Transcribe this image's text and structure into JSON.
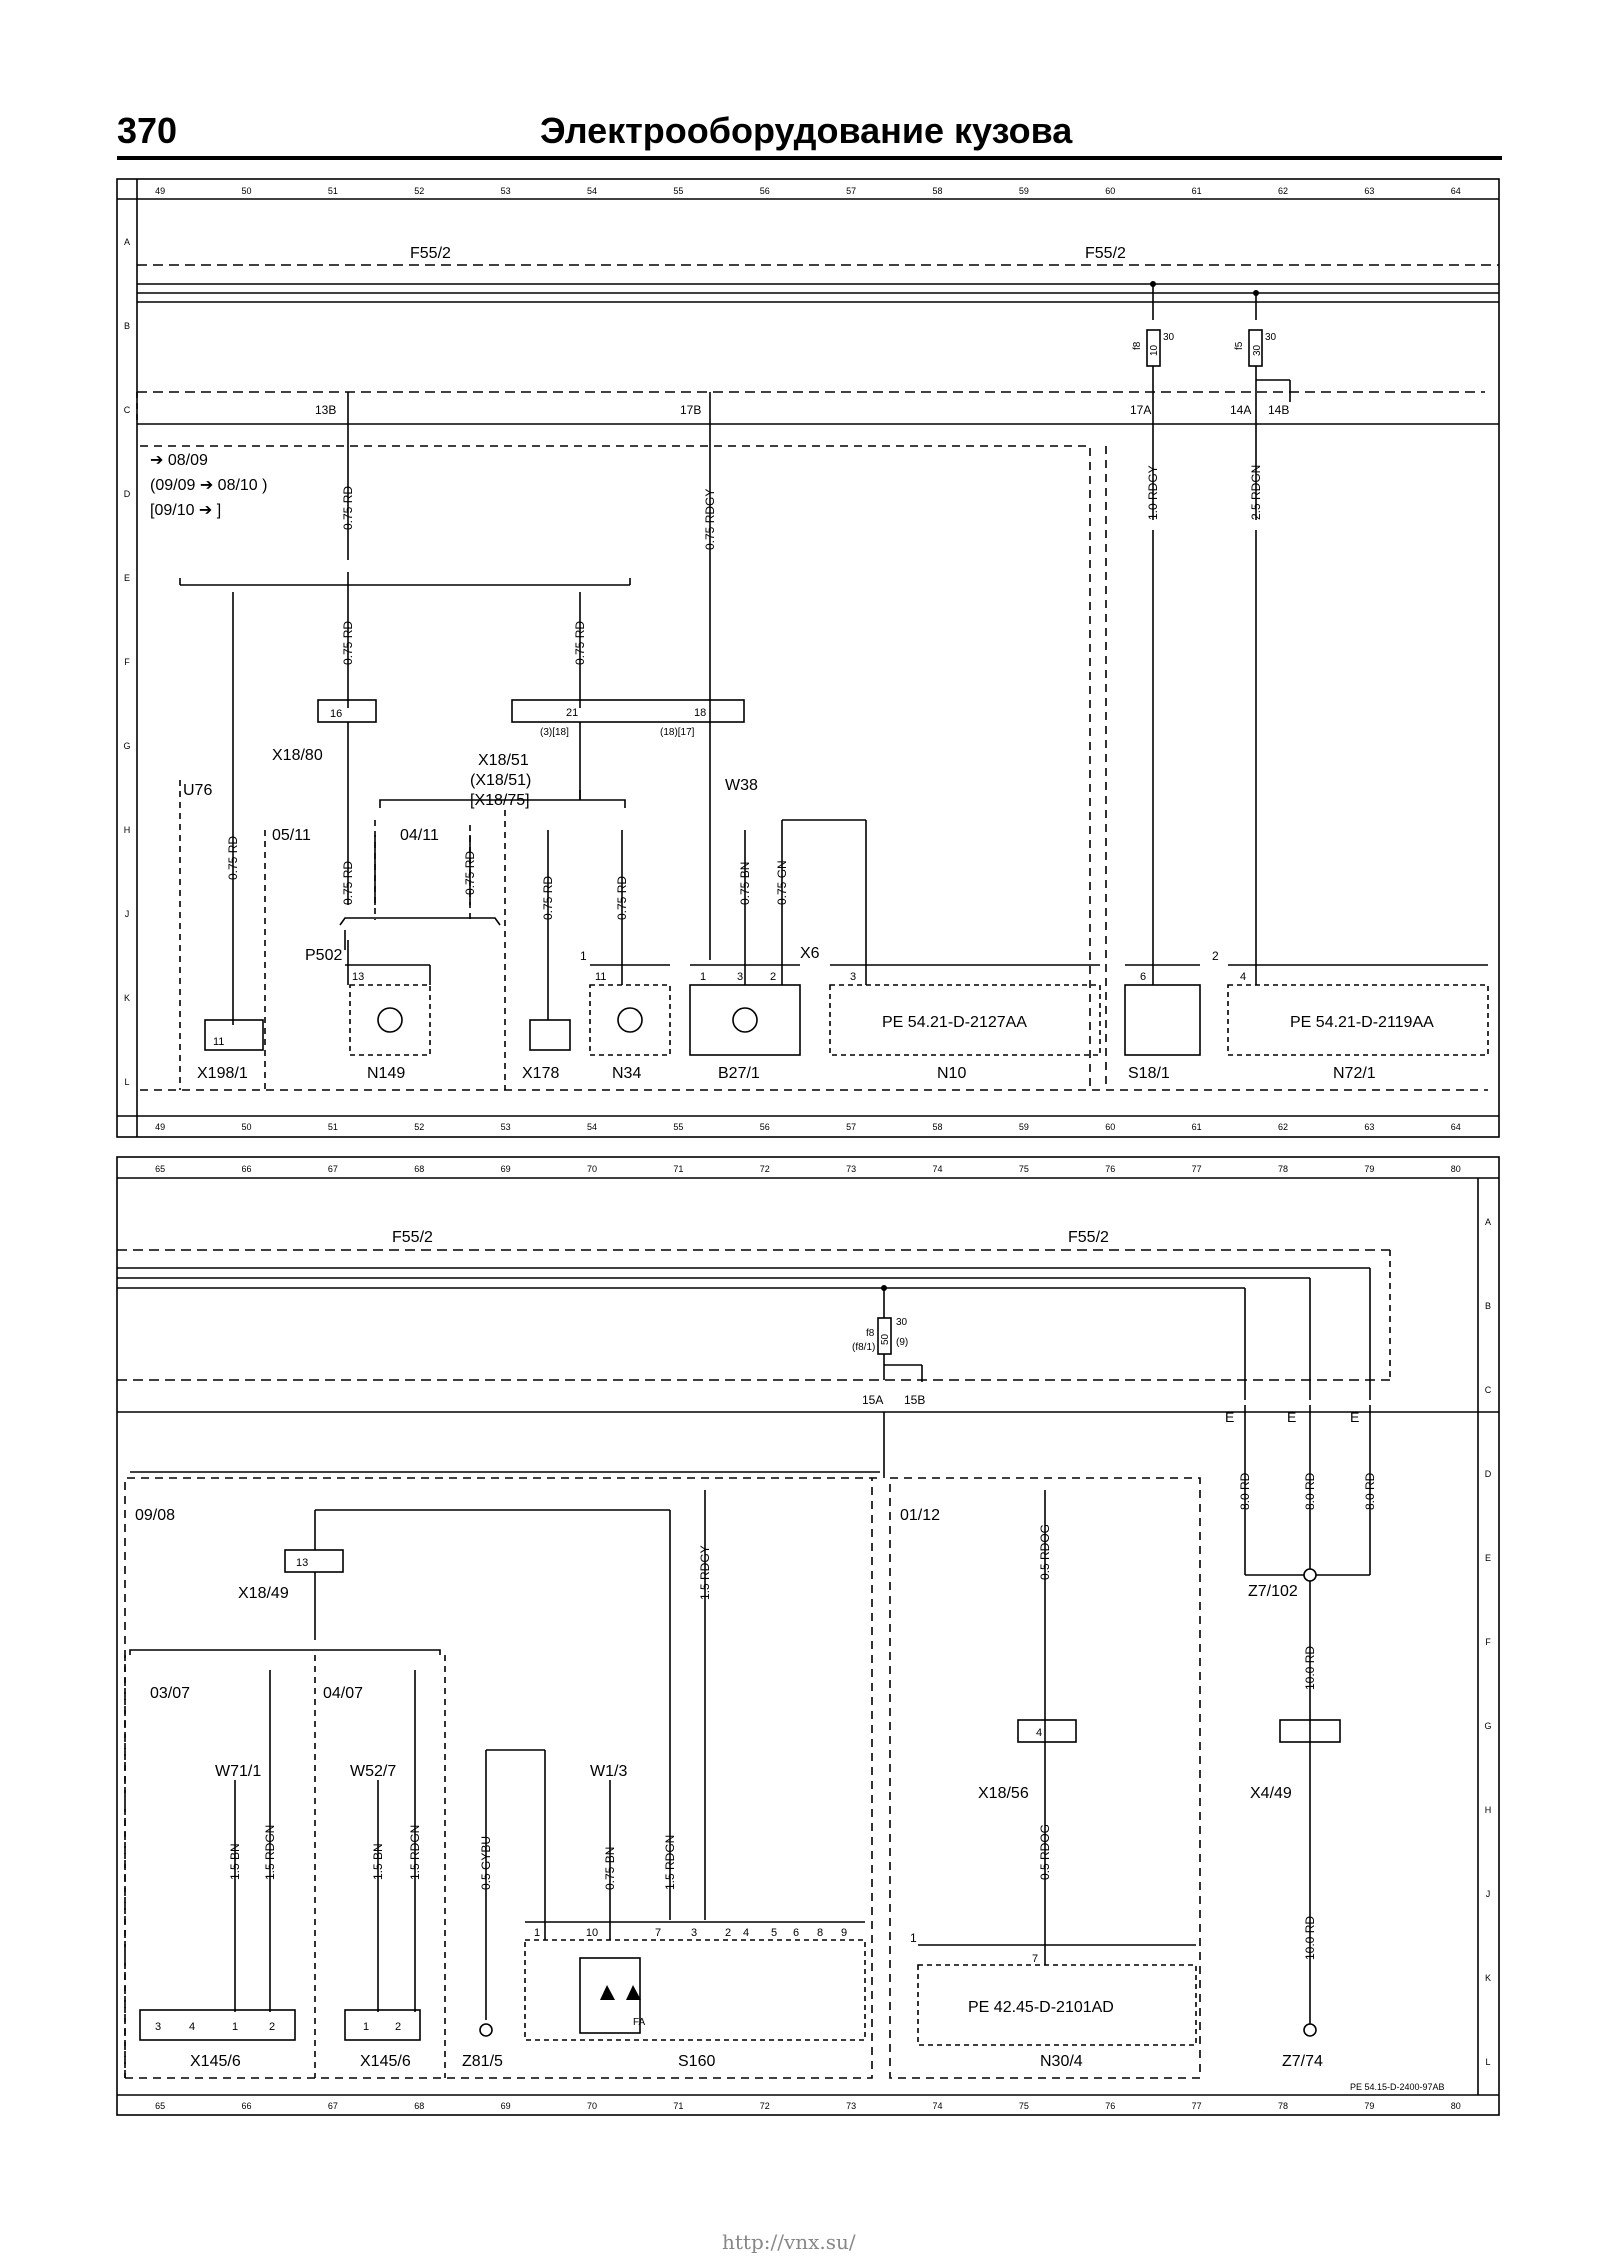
{
  "header": {
    "page_number": "370",
    "title": "Электрооборудование кузова"
  },
  "ruler_top_1": [
    "49",
    "50",
    "51",
    "52",
    "53",
    "54",
    "55",
    "56",
    "57",
    "58",
    "59",
    "60",
    "61",
    "62",
    "63",
    "64"
  ],
  "ruler_top_2": [
    "65",
    "66",
    "67",
    "68",
    "69",
    "70",
    "71",
    "72",
    "73",
    "74",
    "75",
    "76",
    "77",
    "78",
    "79",
    "80"
  ],
  "rows": [
    "A",
    "B",
    "C",
    "D",
    "E",
    "F",
    "G",
    "H",
    "J",
    "K",
    "L"
  ],
  "upper": {
    "bus_left": "F55/2",
    "bus_right": "F55/2",
    "fuse1": {
      "name": "f8",
      "amp": "10",
      "pin": "30"
    },
    "fuse2": {
      "name": "f5",
      "amp": "30",
      "pin": "30"
    },
    "splice_labels": [
      "13B",
      "17B",
      "17A",
      "14A",
      "14B"
    ],
    "version_lines": [
      "➔ 08/09",
      "(09/09  ➔ 08/10 )",
      "[09/10 ➔ ]"
    ],
    "wires": [
      "0.75 RD",
      "0.75 RDGY",
      "1.0 RDGY",
      "2.5 RDGN",
      "0.75 RD",
      "0.75 RD",
      "0.75 RD",
      "0.75 RD",
      "0.75 RD",
      "0.75 RD",
      "0.75 RD",
      "0.75 BN",
      "0.75 GN"
    ],
    "connector_x1880": {
      "name": "X18/80",
      "pin": "16"
    },
    "connector_x1851": {
      "name_lines": [
        "X18/51",
        "(X18/51)",
        "[X18/75]"
      ],
      "pins": [
        "21",
        "(3)[18]",
        "18",
        "(18)[17]"
      ]
    },
    "dates": [
      "05/11",
      "04/11"
    ],
    "comp_labels": [
      "U76",
      "W38",
      "P502",
      "X6",
      "X198/1",
      "N149",
      "X178",
      "N34",
      "B27/1",
      "N10",
      "S18/1",
      "N72/1"
    ],
    "ref_n10": "PE 54.21-D-2127AA",
    "ref_n72": "PE 54.21-D-2119AA",
    "pins_misc": [
      "11",
      "13",
      "1",
      "11",
      "1",
      "3",
      "2",
      "3",
      "6",
      "2",
      "4",
      "11",
      "1"
    ]
  },
  "lower": {
    "bus_left": "F55/2",
    "bus_right": "F55/2",
    "fuse": {
      "name": "f8",
      "name2": "(f8/1)",
      "amp": "50",
      "pin": "30",
      "pin2": "(9)"
    },
    "splice_labels": [
      "15A",
      "15B"
    ],
    "ground_labels": [
      "E",
      "E",
      "E"
    ],
    "wires_big": [
      "8.0 RD",
      "8.0 RD",
      "8.0 RD",
      "10.0 RD",
      "10.0 RD"
    ],
    "dates": [
      "09/08",
      "01/12",
      "03/07",
      "04/07"
    ],
    "connector_x1849": {
      "name": "X18/49",
      "pin": "13"
    },
    "comp_labels": [
      "Z7/102",
      "X18/56",
      "X4/49",
      "W71/1",
      "W52/7",
      "W1/3",
      "Z81/5",
      "X145/6",
      "X145/6",
      "S160",
      "N30/4",
      "Z7/74"
    ],
    "wires": [
      "1.5 RDGY",
      "0.5 RDOG",
      "0.5 RDOG",
      "1.5 BN",
      "1.5 RDGN",
      "1.5 BN",
      "1.5 RDGN",
      "0.5 GYBU",
      "0.75 BN",
      "1.5 RDGN"
    ],
    "s160_pins": [
      "1",
      "10",
      "7",
      "3",
      "2",
      "4",
      "5",
      "6",
      "8",
      "9"
    ],
    "x1456_pins_a": [
      "3",
      "4",
      "1",
      "2"
    ],
    "x1456_pins_b": [
      "1",
      "2"
    ],
    "fa": "FA",
    "ref_n30": "PE 42.45-D-2101AD",
    "n30_pins": [
      "1",
      "7"
    ],
    "x1856_pin": "4",
    "doc_code": "PE 54.15-D-2400-97AB"
  },
  "footer_url": "http://vnx.su/"
}
